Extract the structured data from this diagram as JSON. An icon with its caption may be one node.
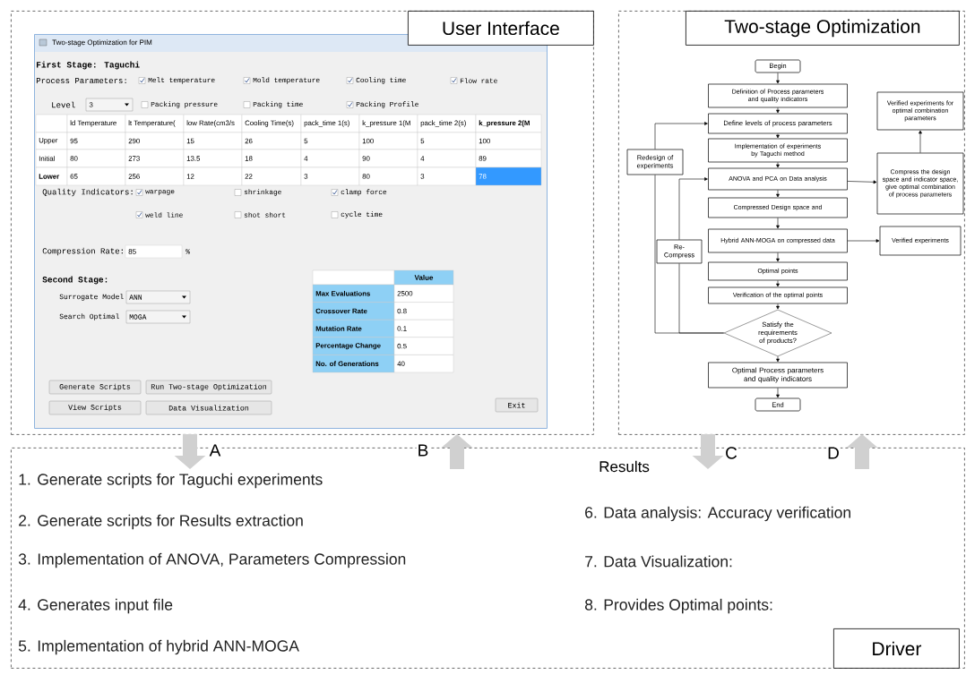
{
  "diagram": {
    "nodes": [
      {
        "text": [
          "User Interface"
        ]
      },
      {
        "text": [
          "Two-stage Optimization for PIM"
        ],
        "in": 0
      },
      {
        "text": [
          "Two-stage Optimization"
        ]
      },
      {
        "text": [
          "Begin"
        ],
        "in": 2
      },
      {
        "text": [
          "Definition of Process parameters and quality indicators"
        ],
        "in": 2
      },
      {
        "text": [
          "Define levels of process parameters"
        ],
        "in": 2
      },
      {
        "text": [
          "Implementation of experiments by Taguchi method"
        ],
        "in": 2
      },
      {
        "text": [
          "ANOVA and PCA on Data analysis"
        ],
        "in": 2
      },
      {
        "text": [
          "Compressed Design space and"
        ],
        "in": 2
      },
      {
        "text": [
          "Hybrid ANN-MOGA on compressed data"
        ],
        "in": 2
      },
      {
        "text": [
          "Optimal points"
        ],
        "in": 2
      },
      {
        "text": [
          "Verification of the optimal points"
        ],
        "in": 2
      },
      {
        "text": [
          "Satisfy the requirements of products?"
        ],
        "in": 2
      },
      {
        "text": [
          "Optimal Process parameters and quality indicators"
        ],
        "in": 2
      },
      {
        "text": [
          "End"
        ],
        "in": 2
      },
      {
        "text": [
          "Redesign of experiments"
        ],
        "in": 2
      },
      {
        "text": [
          "Re-Compress"
        ],
        "in": 2
      },
      {
        "text": [
          "Verified experiments for optimal combination parameters"
        ],
        "in": 2
      },
      {
        "text": [
          "Compress the design space and indicator space, give optimal combination of process parameters"
        ],
        "in": 2
      },
      {
        "text": [
          "Verified experiments"
        ],
        "in": 2
      },
      {
        "text": [
          "Driver"
        ]
      }
    ],
    "edges": [
      {
        "from": 0,
        "to": 20,
        "arrow": "to",
        "label": "A",
        "style": "thick",
        "color": "#d0d0d0"
      },
      {
        "from": 20,
        "to": 0,
        "arrow": "to",
        "label": "B",
        "style": "thick",
        "color": "#d0d0d0"
      },
      {
        "from": 2,
        "to": 20,
        "arrow": "to",
        "label": "C",
        "style": "thick",
        "color": "#d0d0d0"
      },
      {
        "from": 20,
        "to": 2,
        "arrow": "to",
        "label": "D",
        "style": "thick",
        "color": "#d0d0d0"
      },
      {
        "from": 3,
        "to": 4,
        "arrow": "to"
      },
      {
        "from": 4,
        "to": 5,
        "arrow": "to"
      },
      {
        "from": 5,
        "to": 6,
        "arrow": "to"
      },
      {
        "from": 6,
        "to": 7,
        "arrow": "to"
      },
      {
        "from": 7,
        "to": 8,
        "arrow": "to"
      },
      {
        "from": 8,
        "to": 9,
        "arrow": "to"
      },
      {
        "from": 9,
        "to": 10,
        "arrow": "to"
      },
      {
        "from": 10,
        "to": 11,
        "arrow": "to"
      },
      {
        "from": 11,
        "to": 12,
        "arrow": "to"
      },
      {
        "from": 12,
        "to": 13,
        "arrow": "to"
      },
      {
        "from": 13,
        "to": 14,
        "arrow": "to"
      },
      {
        "from": 12,
        "to": 15,
        "arrow": "none"
      },
      {
        "from": 15,
        "to": 5,
        "arrow": "to"
      },
      {
        "from": 12,
        "to": 16,
        "arrow": "none"
      },
      {
        "from": 16,
        "to": 7,
        "arrow": "to"
      },
      {
        "from": 7,
        "to": 18,
        "arrow": "to"
      },
      {
        "from": 18,
        "to": 17,
        "arrow": "to"
      },
      {
        "from": 9,
        "to": 19,
        "arrow": "to"
      }
    ],
    "labels": [
      "First Stage: Taguchi",
      "Process Parameters:",
      "Melt temperature",
      "Mold temperature",
      "Cooling time",
      "Flow rate",
      "Level",
      "3",
      "Packing pressure",
      "Packing time",
      "Packing Profile",
      "ld Temperature",
      "lt Temperature(",
      "low Rate(cm3/s",
      "Cooling Time(s)",
      "pack_time 1(s)",
      "k_pressure 1(M",
      "pack_time 2(s)",
      "k_pressure 2(M",
      "Upper",
      "95",
      "290",
      "15",
      "26",
      "5",
      "100",
      "5",
      "100",
      "Initial",
      "80",
      "273",
      "13.5",
      "18",
      "4",
      "90",
      "4",
      "89",
      "Lower",
      "65",
      "256",
      "12",
      "22",
      "3",
      "80",
      "3",
      "78",
      "Quality Indicators:",
      "warpage",
      "shrinkage",
      "clamp force",
      "weld line",
      "shot short",
      "cycle time",
      "Compression Rate:",
      "85",
      "%",
      "Second Stage:",
      "Surrogate Model",
      "ANN",
      "Search Optimal",
      "MOGA",
      "Value",
      "Max Evaluations",
      "2500",
      "Crossover Rate",
      "0.8",
      "Mutation Rate",
      "0.1",
      "Percentage Change",
      "0.5",
      "No. of Generations",
      "40",
      "Generate Scripts",
      "Run Two-stage Optimization",
      "View Scripts",
      "Data Visualization",
      "Exit",
      "Results",
      "1. Generate scripts for Taguchi experiments",
      "2. Generate scripts for  Results extraction",
      "3. Implementation of ANOVA, Parameters Compression",
      "4. Generates input file",
      "5. Implementation of hybrid ANN-MOGA",
      "6. Data analysis: Accuracy verification",
      "7. Data Visualization:",
      "8. Provides Optimal points:"
    ]
  }
}
